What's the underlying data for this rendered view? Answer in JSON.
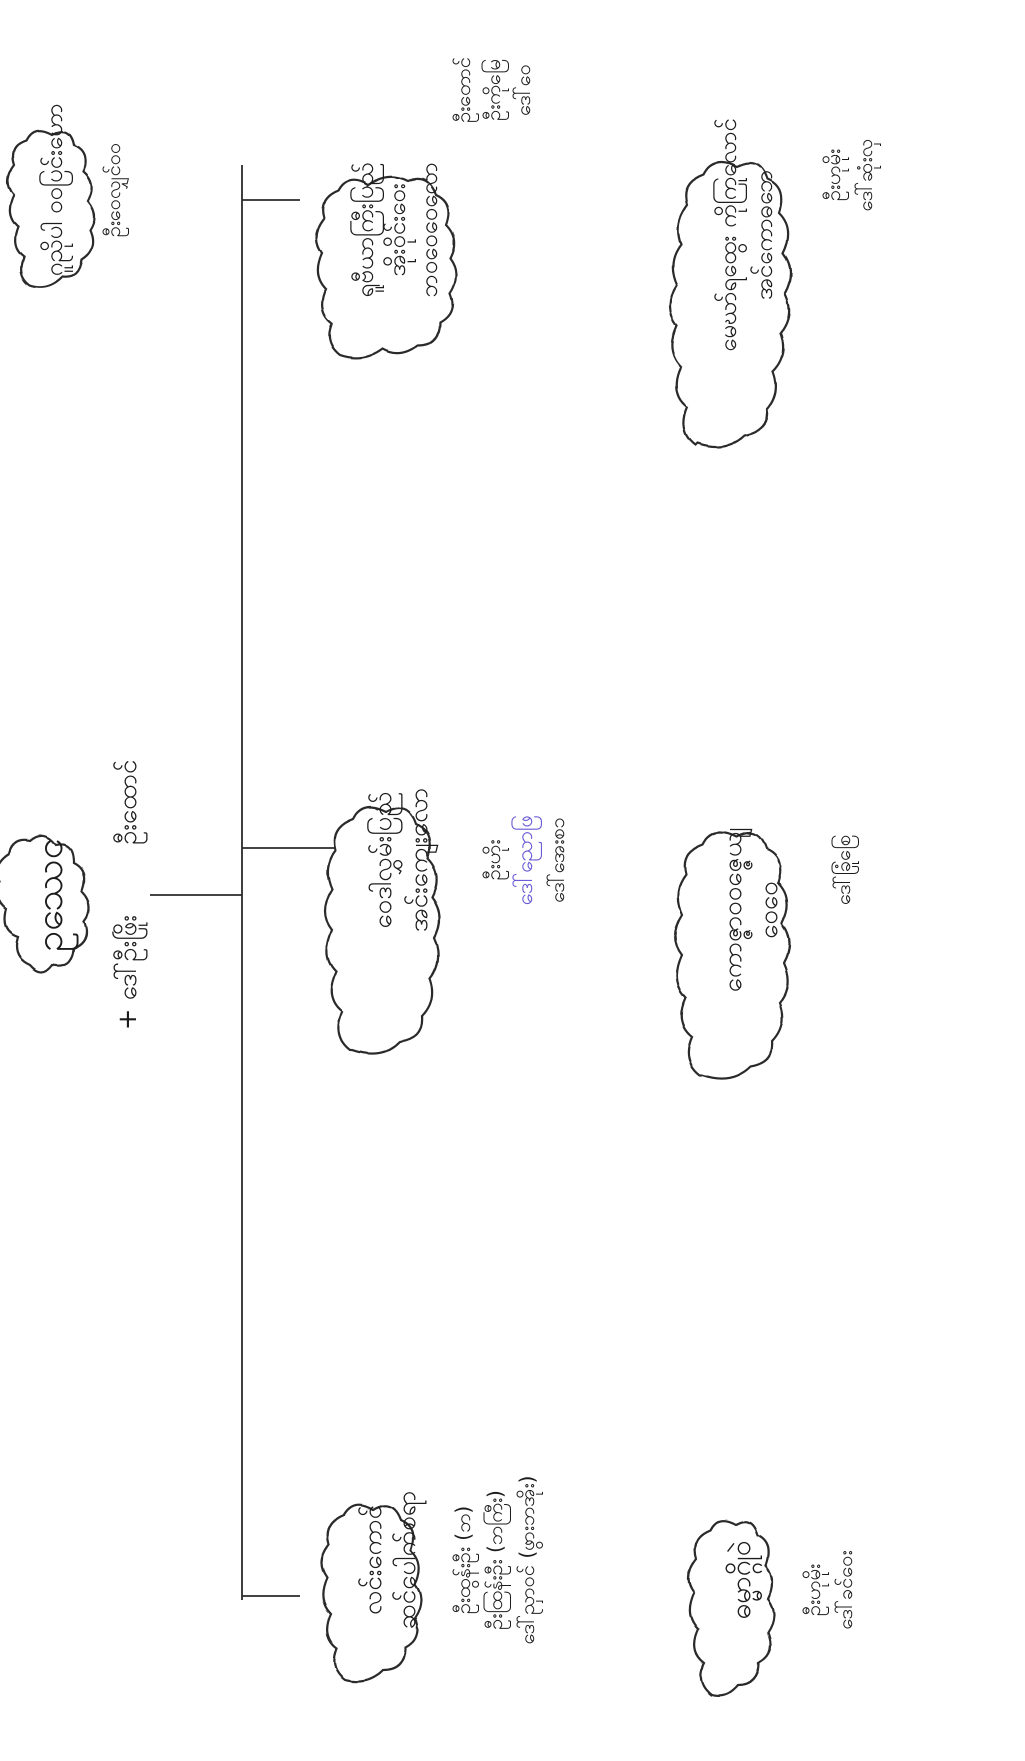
{
  "diagram": {
    "root": {
      "label": "ဥဿေင",
      "caption_left": "ဦးထောင်",
      "caption_right": "+ ဒေါ်ဦးဖြိုး"
    },
    "top_left_node": {
      "lines": [
        "ဂူညိုပါ ဝဝပြင်းဟော",
        "ဦးဝေလျှင်ဝဝ"
      ]
    },
    "children": [
      {
        "lines": [
          "လင်းကောင်",
          "ဆင်ပေါက်စရာ"
        ],
        "caption": [
          "ဦးထွန်းဦး (ဘ)",
          "ဦးထြန်းဦး (ဘကြီး)",
          "ဒေါ်ညှာဝင် (ဖွားဘအိုး)"
        ],
        "blue_caption": ""
      },
      {
        "lines": [
          "ဝေဒါလွှမ်းပြည်",
          "အင်းကျေးလော"
        ],
        "caption": [
          "ဦးဟိုး",
          "ဒေါ်အေးစ၁"
        ],
        "blue_caption": "ဒေါ်ညောဖြ"
      },
      {
        "lines": [
          "ရူဗီယာကြီးပြည်",
          "အိုးဝိုင်းဝေး",
          "ဘဝဝေဝေလော"
        ],
        "caption": [
          "ဦးတောင်",
          "ဦးကိုမြေ",
          "ဒေါ်ဝေ"
        ],
        "blue_caption": ""
      }
    ],
    "grandchildren": [
      {
        "lines": [
          "ဓမ္မာဂ္ဂိုဝဲ"
        ],
        "caption": [
          "ဦးဟုမိုး",
          "ဒေါ်ခင်ဝေး"
        ]
      },
      {
        "lines": [
          "ကောဇ္ဇာဝဝဇ္ဇေယျ",
          "ဝေဝေ"
        ],
        "caption": [
          "ဒေါ်ခြုံစြေ"
        ]
      },
      {
        "lines": [
          "မေဃာ်ရထွေး ကိုကြုလောင်",
          "အင်ကောဓဘေ"
        ],
        "caption": [
          "ဦးဟုမိုး",
          "ဒေါ်ဆုံးလှ"
        ]
      }
    ]
  }
}
